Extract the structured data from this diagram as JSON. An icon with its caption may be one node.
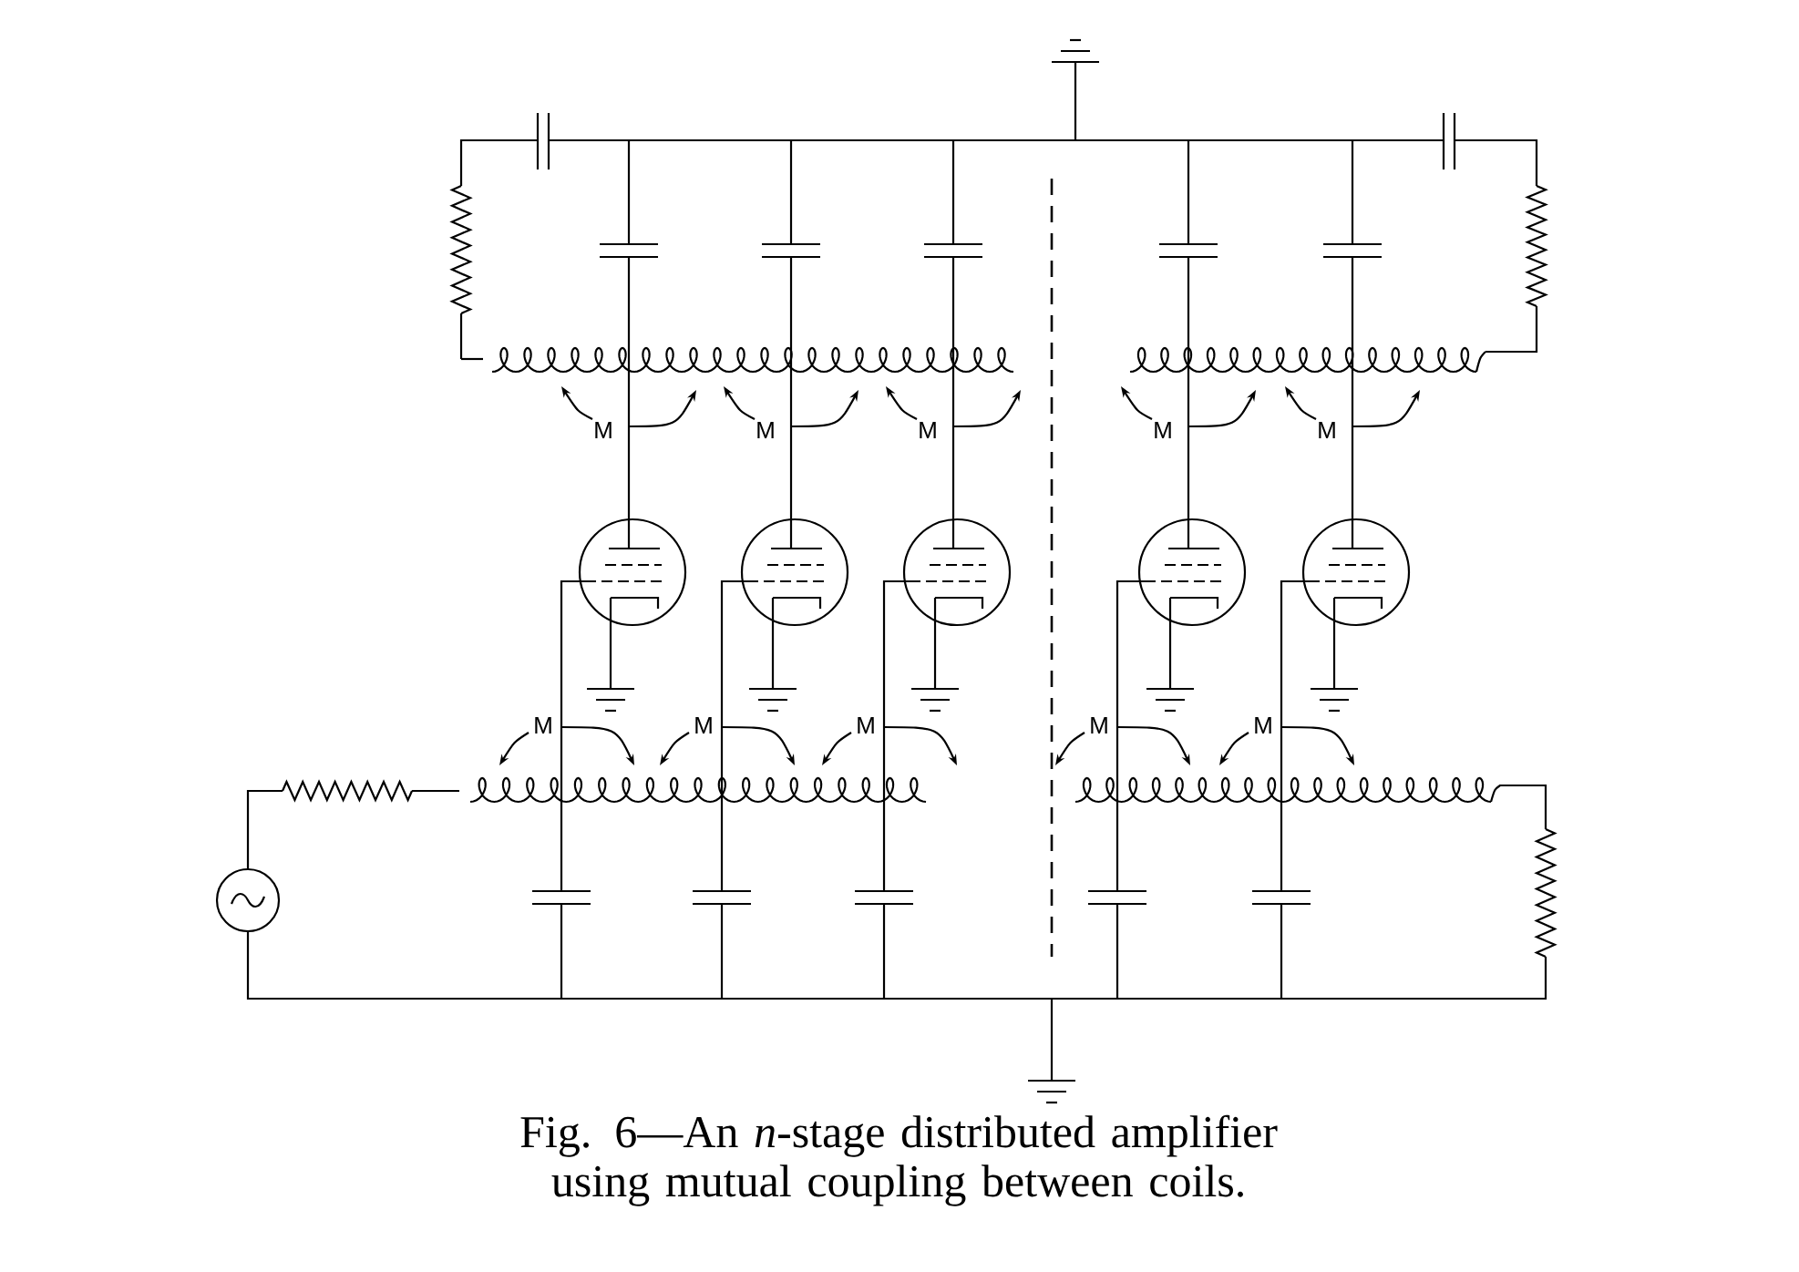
{
  "diagram": {
    "caption": "Fig. 6—An *n*-stage distributed amplifier using mutual coupling between coils.",
    "labels": [
      "M",
      "M",
      "M",
      "M",
      "M",
      "M",
      "M",
      "M",
      "M",
      "M"
    ]
  }
}
